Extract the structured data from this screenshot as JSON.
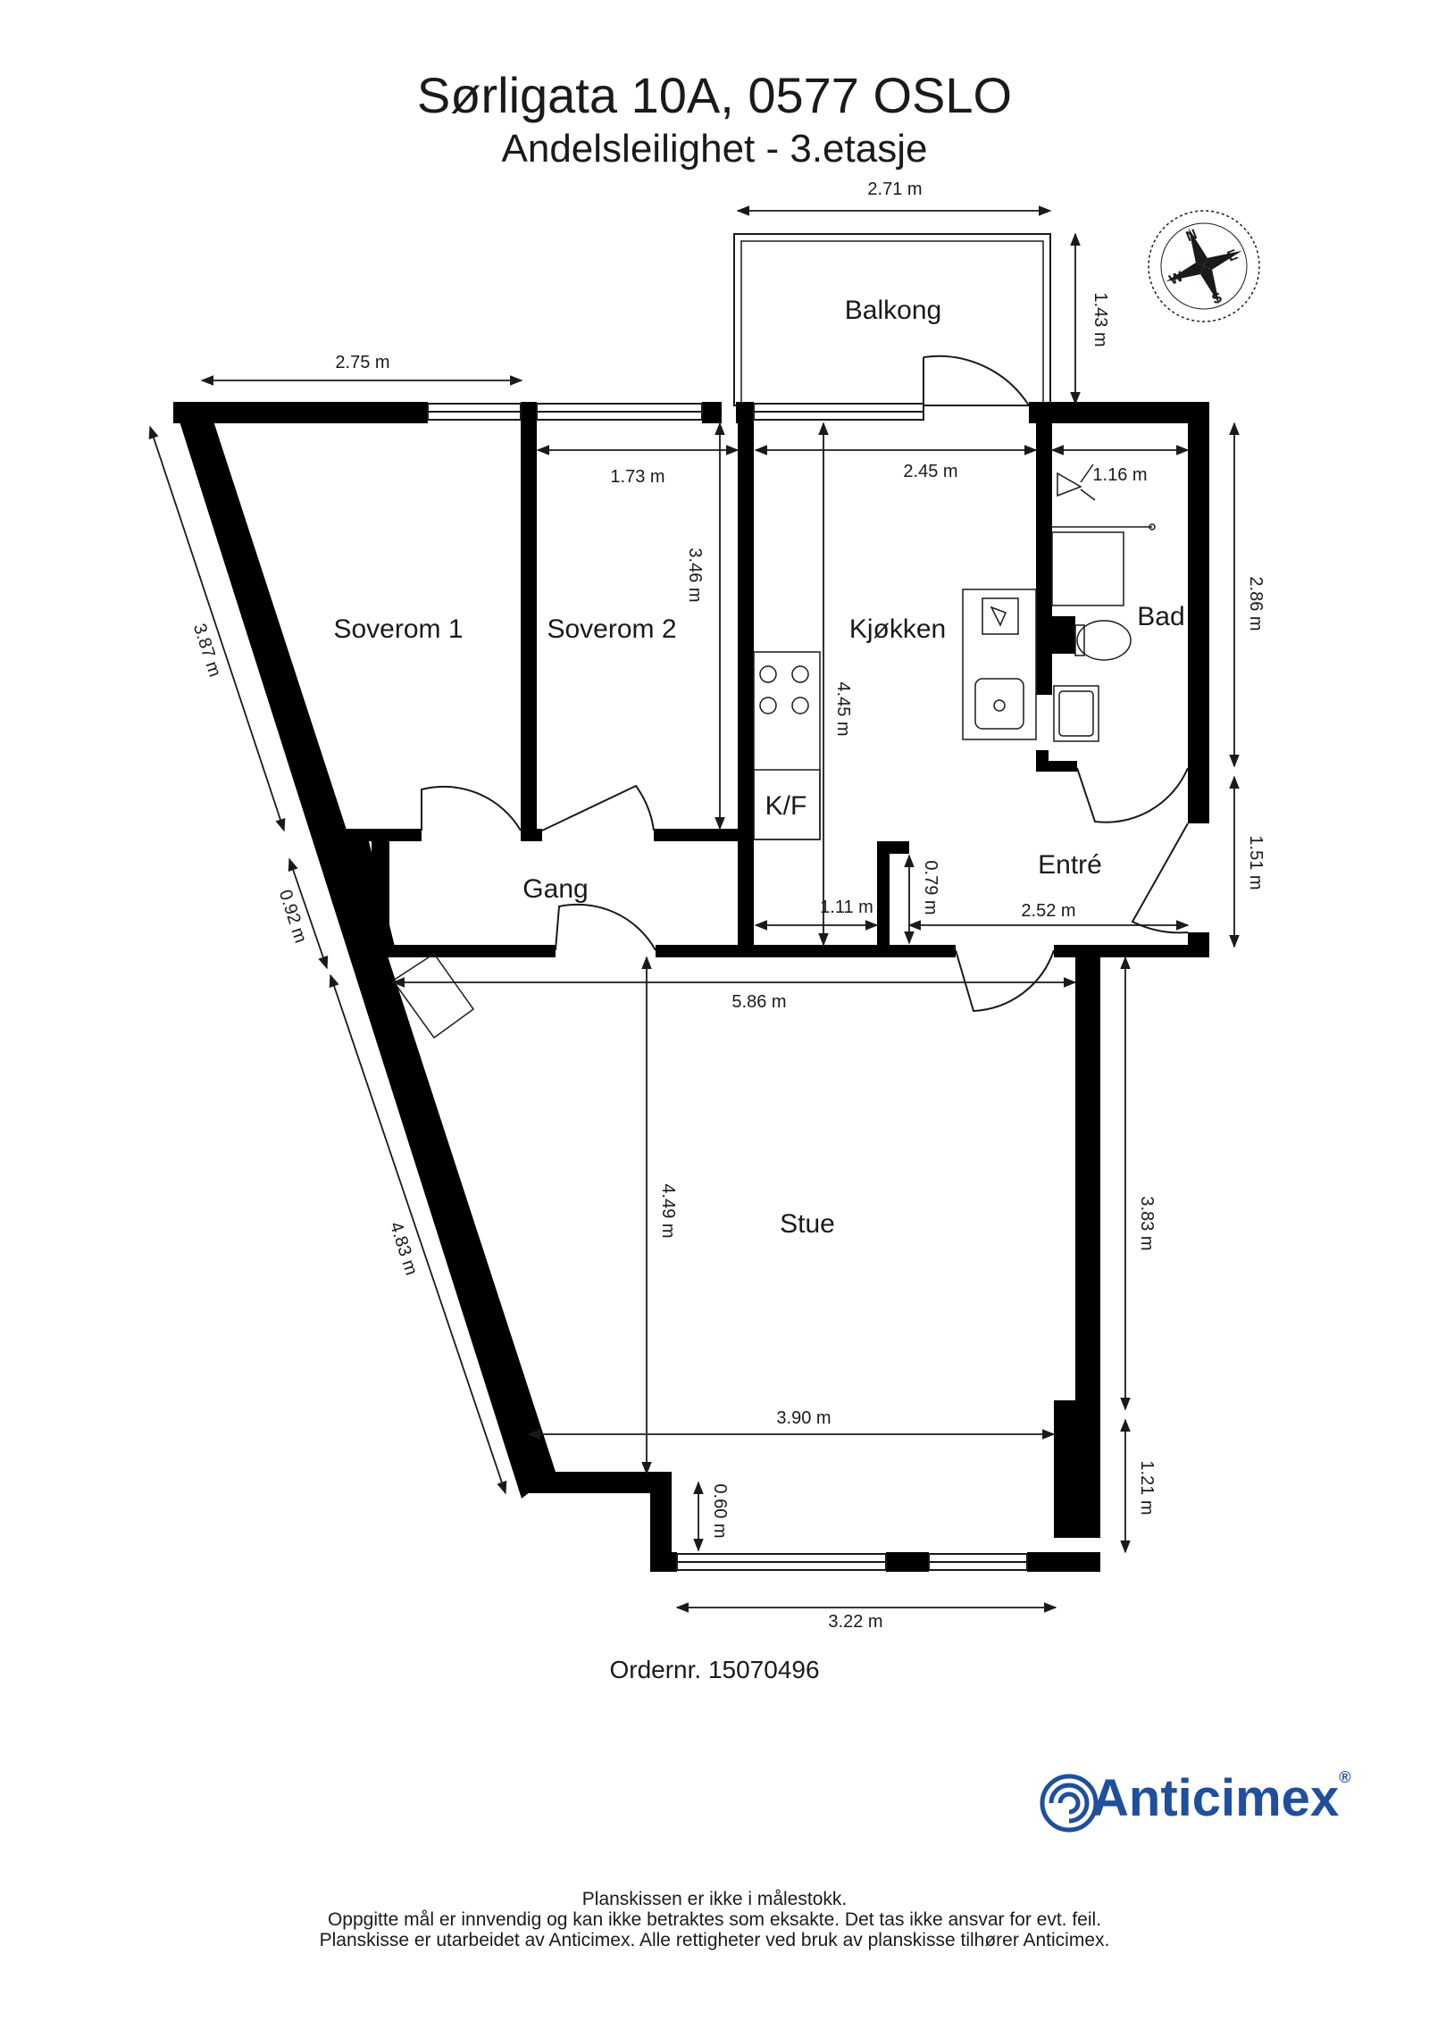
{
  "header": {
    "address": "Sørligata 10A, 0577 OSLO",
    "subtitle": "Andelsleilighet  - 3.etasje"
  },
  "rooms": {
    "balkong": "Balkong",
    "soverom1": "Soverom 1",
    "soverom2": "Soverom 2",
    "kjokken": "Kjøkken",
    "bad": "Bad",
    "kf": "K/F",
    "entre": "Entré",
    "gang": "Gang",
    "stue": "Stue"
  },
  "dimensions": {
    "balkong_width": "2.71 m",
    "balkong_depth": "1.43 m",
    "soverom1_width": "2.75 m",
    "soverom2_width": "1.73 m",
    "soverom2_depth": "3.46 m",
    "kjokken_width": "2.45 m",
    "kjokken_depth": "4.45 m",
    "bad_width": "1.16 m",
    "bad_depth": "2.86 m",
    "left_wall_upper": "3.87 m",
    "left_wall_mid": "0.92 m",
    "left_wall_lower": "4.83 m",
    "entre_depth": "1.51 m",
    "kf_width": "1.11 m",
    "entre_step": "0.79 m",
    "entre_width": "2.52 m",
    "stue_width_top": "5.86 m",
    "stue_depth": "4.49 m",
    "stue_right_upper": "3.83 m",
    "stue_right_lower": "1.21 m",
    "stue_width_lower": "3.90 m",
    "niche_depth": "0.60 m",
    "niche_width": "3.22 m"
  },
  "compass": {
    "n": "N",
    "e": "E",
    "s": "S",
    "w": "W"
  },
  "order": "Ordernr. 15070496",
  "brand": {
    "name": "Anticimex",
    "mark": "®",
    "color": "#1f4f9d"
  },
  "footer": {
    "line1": "Planskissen er ikke i målestokk.",
    "line2": "Oppgitte mål er innvendig og kan ikke betraktes som eksakte. Det tas ikke ansvar for evt. feil.",
    "line3": "Planskisse er utarbeidet av Anticimex. Alle rettigheter ved bruk av planskisse tilhører Anticimex."
  }
}
